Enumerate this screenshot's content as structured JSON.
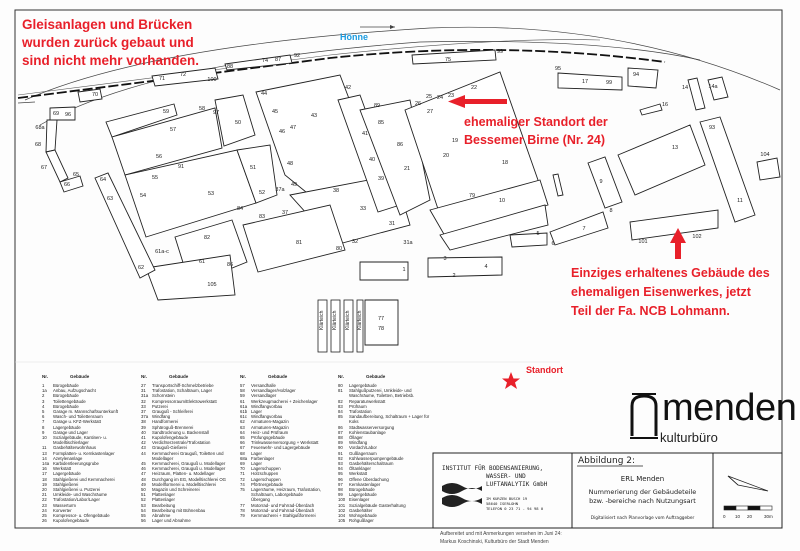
{
  "notes": {
    "tracks": [
      "Gleisanlagen und Brücken",
      "wurden zurück gebaut und",
      "sind nicht mehr vorhanden."
    ],
    "river": "Hönne",
    "bessemer": [
      "ehemaliger Standort der",
      "Bessemer Birne (Nr. 24)"
    ],
    "remaining": [
      "Einziges erhaltenes Gebäude des",
      "ehemaligen Eisenwerkes, jetzt",
      "Teil der Fa. NCB Lohmann."
    ],
    "standort": "Standort"
  },
  "colors": {
    "annotation": "#e8202a",
    "river": "#1a9be0",
    "lines": "#222222"
  },
  "map": {
    "buildings": [
      "71",
      "72",
      "100",
      "88",
      "74",
      "87",
      "92",
      "70",
      "69",
      "96",
      "68a",
      "68",
      "67",
      "65",
      "66",
      "59",
      "58",
      "97",
      "50",
      "57",
      "56",
      "91",
      "55",
      "54",
      "53",
      "51",
      "52",
      "37a",
      "49",
      "84",
      "83",
      "37",
      "38",
      "33",
      "31",
      "32",
      "80",
      "81",
      "31a",
      "82",
      "61a-c",
      "61",
      "86",
      "62",
      "105",
      "64",
      "63",
      "44",
      "45",
      "46",
      "47",
      "48",
      "43",
      "42",
      "41",
      "40",
      "39",
      "89",
      "85",
      "86",
      "21",
      "75",
      "99",
      "22",
      "26",
      "25",
      "24",
      "23",
      "27",
      "19",
      "18",
      "20",
      "79",
      "10",
      "95",
      "17",
      "99",
      "94",
      "14",
      "14a",
      "16",
      "93",
      "13",
      "104",
      "9",
      "11",
      "8",
      "7",
      "5",
      "6",
      "101",
      "102",
      "3",
      "2",
      "4",
      "1",
      "77",
      "78"
    ],
    "ponds": [
      "Klärteich",
      "Klärteich",
      "Klärteich",
      "Klärteich"
    ]
  },
  "legend": {
    "head_nr": "Nr.",
    "head_building": "Gebäude",
    "columns": [
      [
        [
          "1",
          "Bürogebäude"
        ],
        [
          "1a",
          "Anbau, Aufzugschacht"
        ],
        [
          "2",
          "Bürogebäude"
        ],
        [
          "3",
          "Toilettengebäude"
        ],
        [
          "4",
          "Bürogebäude"
        ],
        [
          "5",
          "Garage m. Mannschaftsunterkunft"
        ],
        [
          "6",
          "Wasch- und Toilettenraum"
        ],
        [
          "7",
          "Garage u. KFZ-Werkstatt"
        ],
        [
          "8",
          "Lagergebäude"
        ],
        [
          "9",
          "Garage und Lager"
        ],
        [
          "10",
          "Sozialgebäude, Kantinen- u. Modelltischlerlager"
        ],
        [
          "11",
          "Gasbehälterwohnhaus"
        ],
        [
          "13",
          "Formplatten- u. Kernkastenlager"
        ],
        [
          "14",
          "Azetylenanlage"
        ],
        [
          "14a",
          "Karbidentleerungsgrube"
        ],
        [
          "16",
          "Werkstatt"
        ],
        [
          "17",
          "Lagergebäude"
        ],
        [
          "18",
          "Stahlgießerei und Kernmacherei"
        ],
        [
          "19",
          "Stahlgießerei"
        ],
        [
          "20",
          "Stahlgießerei u. Putzerei"
        ],
        [
          "21",
          "Umkleide- und Waschräume"
        ],
        [
          "22",
          "Trafostation/Labor/Lager"
        ],
        [
          "23",
          "Wasserturm"
        ],
        [
          "24",
          "Konverter"
        ],
        [
          "25",
          "Kompressor- u. Ofengebäude"
        ],
        [
          "26",
          "Kupolofengebäude"
        ]
      ],
      [
        [
          "27",
          "Transportschiff-Schmelzbetriebe"
        ],
        [
          "31",
          "Trafostation, Schaltraum, Lager"
        ],
        [
          "31a",
          "Schornstein"
        ],
        [
          "32",
          "Kompressorraum/Elektrowerkstatt"
        ],
        [
          "33",
          "Putzerei"
        ],
        [
          "37",
          "Grauguß - Schleiferei"
        ],
        [
          "37a",
          "Windfang"
        ],
        [
          "38",
          "Handformerei"
        ],
        [
          "39",
          "Sphäroguß-Brennerei"
        ],
        [
          "40",
          "Sandtrocknung u. Backenstall"
        ],
        [
          "41",
          "Kupolofengebäude"
        ],
        [
          "42",
          "Verdichterzentrale/Trafostation"
        ],
        [
          "43",
          "Grauguß-Gießerei"
        ],
        [
          "44",
          "Kernmacherei Grauguß, Toiletten und Modellager"
        ],
        [
          "45",
          "Kernmacherei, Grauguß u. Modellager"
        ],
        [
          "46",
          "Kernmacherei, Grauguß u. Modellager"
        ],
        [
          "47",
          "Heizraum, Platten- u. Modellager"
        ],
        [
          "48",
          "Durchgang im EG, Modelltischlerei OG"
        ],
        [
          "49",
          "Modellformerei u. Modelltischlerei"
        ],
        [
          "50",
          "Magazin und Schreinerei"
        ],
        [
          "51",
          "Plattenlager"
        ],
        [
          "52",
          "Plattenlager"
        ],
        [
          "53",
          "Bearbeitung"
        ],
        [
          "54",
          "Bearbeitung mit Bühnenbau"
        ],
        [
          "55",
          "Abnahme"
        ],
        [
          "56",
          "Lager und Abnahme"
        ]
      ],
      [
        [
          "57",
          "Versandhalle"
        ],
        [
          "58",
          "Versandlager/Holzlager"
        ],
        [
          "59",
          "Versandlager"
        ],
        [
          "61",
          "Werkzeugmacherei + Zeichenlager"
        ],
        [
          "61a",
          "Windfangvorbau"
        ],
        [
          "61b",
          "Lager"
        ],
        [
          "61c",
          "Windfangvorbau"
        ],
        [
          "62",
          "Armaturen-Magazin"
        ],
        [
          "63",
          "Armaturen-Magazin"
        ],
        [
          "64",
          "Heiz- und Prüfraum"
        ],
        [
          "65",
          "Prüfungsgebäude"
        ],
        [
          "66",
          "Trinkwasserversorgung + Werkstatt"
        ],
        [
          "67",
          "Feuerwehr- und Lagergebäude"
        ],
        [
          "68",
          "Lager"
        ],
        [
          "68a",
          "Farbenlager"
        ],
        [
          "69",
          "Lager"
        ],
        [
          "70",
          "Lagerschuppen"
        ],
        [
          "71",
          "Holzschuppen"
        ],
        [
          "72",
          "Lagerschuppen"
        ],
        [
          "74",
          "Pförtnergebäude"
        ],
        [
          "75",
          "Lagerräume, Heizraum, Trafostation, Schaltraum, Laborgebäude"
        ],
        [
          "",
          "Übergang"
        ],
        [
          "77",
          "Motorrad- und Fahrrad-Überdach"
        ],
        [
          "78",
          "Motorrad- und Fahrrad-Überdach"
        ],
        [
          "79",
          "Kernmacherei + Stahlgußformerei"
        ]
      ],
      [
        [
          "80",
          "Lagergebäude"
        ],
        [
          "81",
          "Stahlgußputzerei, Umkleide- und Waschräume, Toiletten, Betriebsb."
        ],
        [
          "82",
          "Reparaturwerkstatt"
        ],
        [
          "83",
          "Prüfraum"
        ],
        [
          "84",
          "Trafostation"
        ],
        [
          "85",
          "Sandaufbereitung, Schaltraum + Lager für Koks"
        ],
        [
          "86",
          "Stadtwasserversorgung"
        ],
        [
          "87",
          "Kohlenstaubanlage"
        ],
        [
          "88",
          "Öllager"
        ],
        [
          "89",
          "Windfang"
        ],
        [
          "90",
          "Vordach/Labor"
        ],
        [
          "91",
          "Gußlagerraum"
        ],
        [
          "92",
          "Kühlwasserpumpengebäude"
        ],
        [
          "93",
          "Gasbehälterschaltraum"
        ],
        [
          "94",
          "Öltanklager"
        ],
        [
          "95",
          "Werkstatt"
        ],
        [
          "96",
          "Offene Überdachung"
        ],
        [
          "97",
          "Kernkastenlager"
        ],
        [
          "98",
          "Bürogebäude"
        ],
        [
          "99",
          "Lagergebäude"
        ],
        [
          "100",
          "Eisenlager"
        ],
        [
          "101",
          "Sozialgebäude Gasterhaltung"
        ],
        [
          "102",
          "Gasbehälter"
        ],
        [
          "104",
          "Wohngebäude"
        ],
        [
          "105",
          "Rohgußlager"
        ]
      ]
    ]
  },
  "logo": {
    "name": "menden",
    "sub": "kulturbüro"
  },
  "titleblock": {
    "institute": [
      "INSTITUT FÜR BODENSANIERUNG,",
      "WASSER- UND",
      "LUFTANALYTIK GmbH"
    ],
    "address": [
      "IM KURZEN BUSCH 19",
      "58640 ISERLOHN",
      "TELEFON 0 23 71 - 94 98 0"
    ],
    "figure": "Abbildung 2:",
    "project": "ERL Menden",
    "subject": [
      "Nummerierung der Gebäudeteile",
      "bzw. -bereiche nach Nutzungsart"
    ],
    "digital": "Digitalisiert nach Planvorlage vom Auftraggeber",
    "scale_ticks": [
      "0",
      "10",
      "20",
      "30m"
    ]
  },
  "credit": [
    "Aufbereitet und mit Anmerkungen versehen im Juni 24:",
    "Markus Koschinski, Kulturbüro der Stadt Menden"
  ]
}
